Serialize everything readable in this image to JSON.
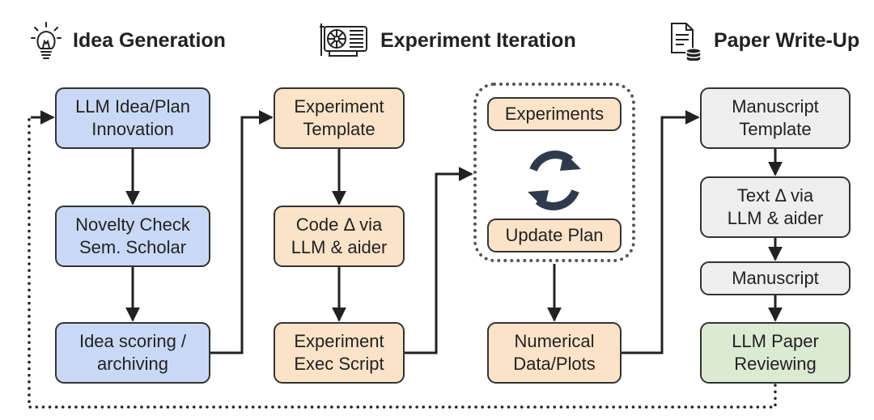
{
  "headers": {
    "idea": {
      "title": "Idea Generation",
      "icon": "lightbulb-icon"
    },
    "experiment": {
      "title": "Experiment Iteration",
      "icon": "gpu-card-icon"
    },
    "paper": {
      "title": "Paper Write-Up",
      "icon": "document-database-icon"
    }
  },
  "idea_column": {
    "innovation": "LLM Idea/Plan\nInnovation",
    "novelty": "Novelty Check\nSem. Scholar",
    "scoring": "Idea scoring /\narchiving"
  },
  "experiment_column": {
    "template": "Experiment\nTemplate",
    "code": "Code Δ via\nLLM & aider",
    "exec": "Experiment\nExec Script"
  },
  "loop": {
    "experiments": "Experiments",
    "update_plan": "Update Plan",
    "icon": "refresh-cycle-icon",
    "numerical": "Numerical\nData/Plots"
  },
  "paper_column": {
    "template": "Manuscript\nTemplate",
    "text": "Text Δ via\nLLM & aider",
    "manuscript": "Manuscript",
    "reviewing": "LLM Paper\nReviewing"
  },
  "colors": {
    "idea": "#c9d9f5",
    "experiment": "#fbe3c8",
    "paper": "#eeeeee",
    "review": "#dbead3",
    "loop_icon": "#2f3a4d",
    "stroke": "#222222"
  }
}
